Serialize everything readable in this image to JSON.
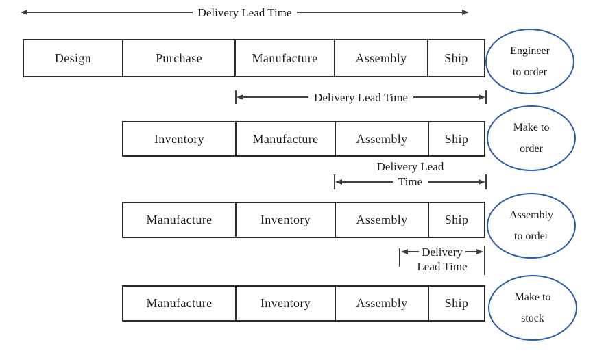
{
  "colors": {
    "ellipse_stroke": "#2a5caa",
    "arrow_line": "#3f3f3f",
    "box_border": "#2b2b2b",
    "text": "#1c1c1c",
    "background": "#ffffff"
  },
  "diagram": {
    "top_arrow_label": "Delivery Lead Time",
    "rows": [
      {
        "cells": [
          "Design",
          "Purchase",
          "Manufacture",
          "Assembly",
          "Ship"
        ],
        "strategy_line1": "Engineer",
        "strategy_line2": "to order"
      },
      {
        "cells": [
          "Inventory",
          "Manufacture",
          "Assembly",
          "Ship"
        ],
        "arrow_label": "Delivery Lead Time",
        "strategy_line1": "Make to",
        "strategy_line2": "order"
      },
      {
        "cells": [
          "Manufacture",
          "Inventory",
          "Assembly",
          "Ship"
        ],
        "arrow_label_line1": "Delivery Lead",
        "arrow_label_line2": "Time",
        "strategy_line1": "Assembly",
        "strategy_line2": "to order"
      },
      {
        "cells": [
          "Manufacture",
          "Inventory",
          "Assembly",
          "Ship"
        ],
        "arrow_label_line1": "Delivery",
        "arrow_label_line2": "Lead Time",
        "strategy_line1": "Make to",
        "strategy_line2": "stock"
      }
    ]
  }
}
